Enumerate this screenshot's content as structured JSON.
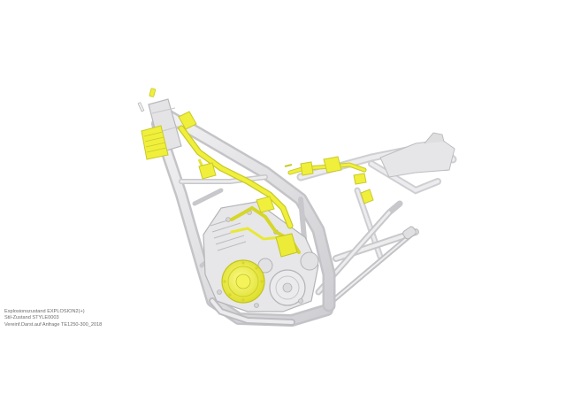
{
  "caption": {
    "line1": "Explosionszustand EXPLOSION2(+)",
    "line2": "Stil-Zustand STYLE0003",
    "line3": "Vereinf.Darst.auf Anfrage TE1250-300_2018"
  },
  "colors": {
    "frame": "#e2e2e4",
    "frame_stroke": "#b9b9bd",
    "highlight": "#f0f03c",
    "highlight_stroke": "#c9c92a",
    "text": "#6a6a6a"
  }
}
